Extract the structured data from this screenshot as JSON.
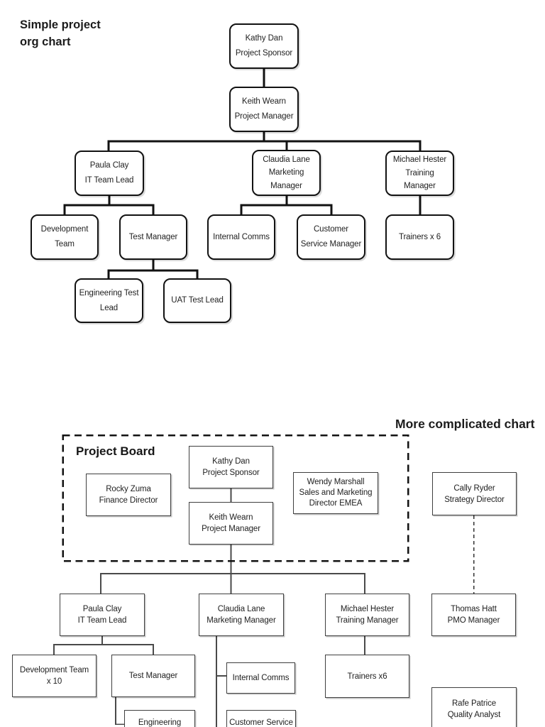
{
  "page": {
    "background": "#ffffff"
  },
  "colors": {
    "simple_line": "#121212",
    "complex_line": "#4a4a4a",
    "simple_border": "#121212",
    "complex_border": "#3f3f3f",
    "text": "#1f1f1f"
  },
  "simple_chart": {
    "title_line1": "Simple project",
    "title_line2": "org chart",
    "nodes": [
      {
        "id": "kathy",
        "lines": [
          "Kathy Dan",
          "Project Sponsor"
        ]
      },
      {
        "id": "keith",
        "lines": [
          "Keith Wearn",
          "Project Manager"
        ]
      },
      {
        "id": "paula",
        "lines": [
          "Paula Clay",
          "IT Team Lead"
        ]
      },
      {
        "id": "claudia",
        "lines": [
          "Claudia Lane",
          "Marketing",
          "Manager"
        ]
      },
      {
        "id": "michael",
        "lines": [
          "Michael Hester",
          "Training",
          "Manager"
        ]
      },
      {
        "id": "devteam",
        "lines": [
          "Development",
          "Team"
        ]
      },
      {
        "id": "testmgr",
        "lines": [
          "Test Manager"
        ]
      },
      {
        "id": "internal",
        "lines": [
          "Internal Comms"
        ]
      },
      {
        "id": "custsvc",
        "lines": [
          "Customer",
          "Service Manager"
        ]
      },
      {
        "id": "trainers",
        "lines": [
          "Trainers x 6"
        ]
      },
      {
        "id": "engtest",
        "lines": [
          "Engineering Test",
          "Lead"
        ]
      },
      {
        "id": "uat",
        "lines": [
          "UAT Test Lead"
        ]
      }
    ]
  },
  "complicated_chart": {
    "title": "More complicated chart",
    "board_label": "Project Board",
    "nodes": [
      {
        "id": "kathy",
        "lines": [
          "Kathy Dan",
          "Project Sponsor"
        ]
      },
      {
        "id": "keith",
        "lines": [
          "Keith Wearn",
          "Project Manager"
        ]
      },
      {
        "id": "rocky",
        "lines": [
          "Rocky Zuma",
          "Finance Director"
        ]
      },
      {
        "id": "wendy",
        "lines": [
          "Wendy Marshall",
          "Sales and Marketing",
          "Director EMEA"
        ]
      },
      {
        "id": "cally",
        "lines": [
          "Cally Ryder",
          "Strategy Director"
        ]
      },
      {
        "id": "paula",
        "lines": [
          "Paula Clay",
          "IT Team Lead"
        ]
      },
      {
        "id": "claudia",
        "lines": [
          "Claudia Lane",
          "Marketing Manager"
        ]
      },
      {
        "id": "michael",
        "lines": [
          "Michael Hester",
          "Training Manager"
        ]
      },
      {
        "id": "thomas",
        "lines": [
          "Thomas Hatt",
          "PMO Manager"
        ]
      },
      {
        "id": "devteam",
        "lines": [
          "Development Team",
          "x 10"
        ]
      },
      {
        "id": "testmgr",
        "lines": [
          "Test Manager"
        ]
      },
      {
        "id": "internal",
        "lines": [
          "Internal Comms"
        ]
      },
      {
        "id": "trainers",
        "lines": [
          "Trainers  x6"
        ]
      },
      {
        "id": "rafe",
        "lines": [
          "Rafe Patrice",
          "Quality Analyst"
        ]
      },
      {
        "id": "engineering",
        "lines": [
          "Engineering"
        ]
      },
      {
        "id": "custservice",
        "lines": [
          "Customer Service"
        ]
      }
    ]
  }
}
